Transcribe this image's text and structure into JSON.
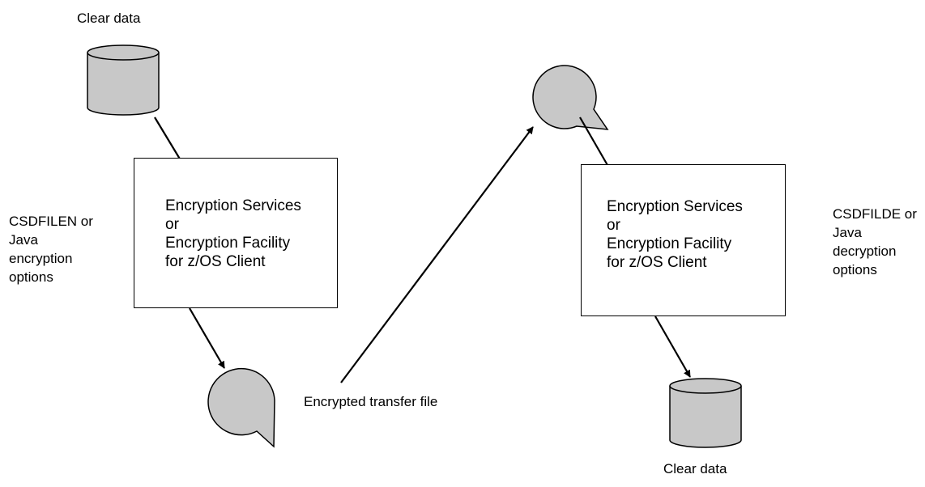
{
  "left": {
    "top_label": "Clear data",
    "side_label": [
      "CSDFILEN or",
      "Java",
      "encryption",
      "options"
    ],
    "box_lines": [
      "Encryption Services",
      "or",
      "Encryption Facility",
      "for z/OS Client"
    ]
  },
  "middle": {
    "transfer_label": "Encrypted transfer file"
  },
  "right": {
    "side_label": [
      "CSDFILDE or",
      "Java",
      "decryption",
      "options"
    ],
    "box_lines": [
      "Encryption Services",
      "or",
      "Encryption Facility",
      "for z/OS Client"
    ],
    "bottom_label": "Clear data"
  },
  "colors": {
    "shape_fill": "#c8c8c8",
    "stroke": "#000000",
    "background": "#ffffff"
  }
}
